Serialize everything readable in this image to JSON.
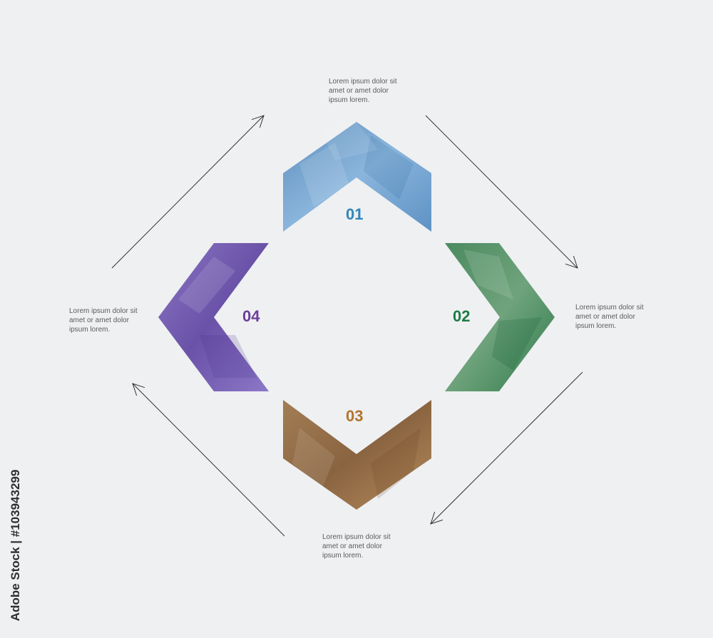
{
  "steps": [
    {
      "number": "01",
      "caption": [
        "Lorem ipsum dolor sit",
        "amet or amet dolor",
        "ipsum lorem."
      ],
      "color": "#2e86b8",
      "fill": "#6e9dc6"
    },
    {
      "number": "02",
      "caption": [
        "Lorem ipsum dolor sit",
        "amet or amet dolor",
        "ipsum lorem."
      ],
      "color": "#1e7a45",
      "fill": "#4a8a5e"
    },
    {
      "number": "03",
      "caption": [
        "Lorem ipsum dolor sit",
        "amet or amet dolor",
        "ipsum lorem."
      ],
      "color": "#b3742e",
      "fill": "#9a7552"
    },
    {
      "number": "04",
      "caption": [
        "Lorem ipsum dolor sit",
        "amet or amet dolor",
        "ipsum lorem."
      ],
      "color": "#6a3e9a",
      "fill": "#7c65b4"
    }
  ],
  "connector_color": "#333333",
  "background": "#eef0f2",
  "watermark": "Adobe Stock | #103943299"
}
